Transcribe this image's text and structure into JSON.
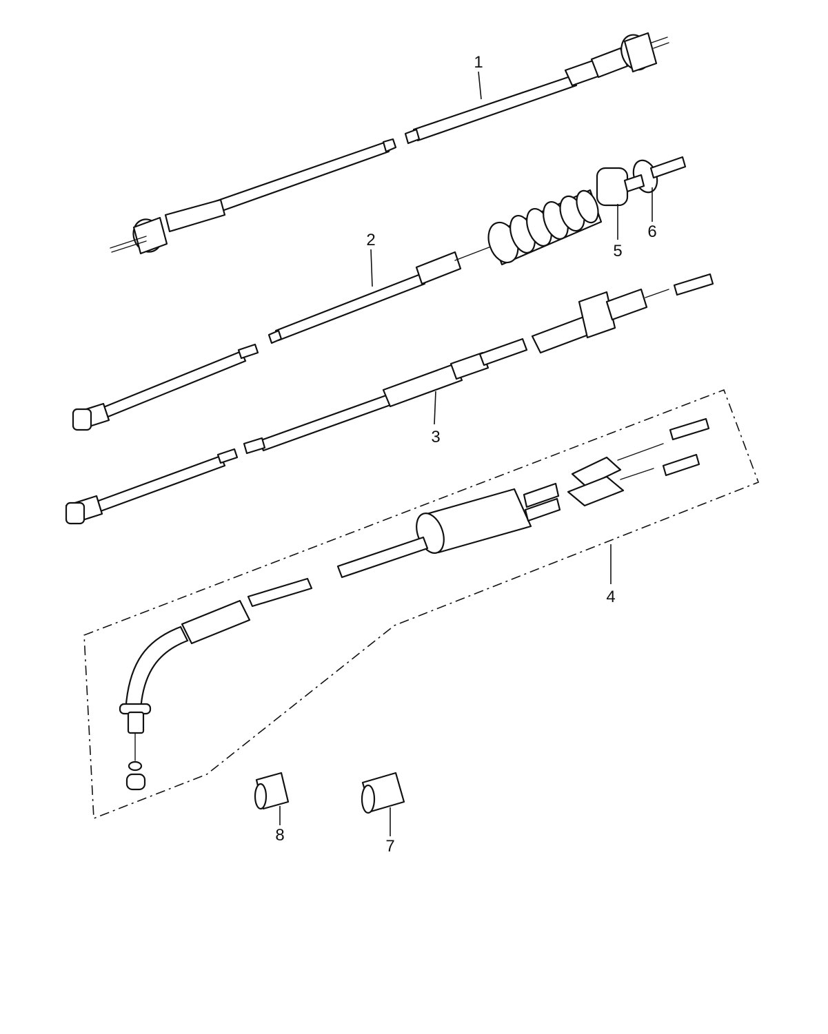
{
  "diagram": {
    "callouts": [
      {
        "id": "1",
        "label": "1"
      },
      {
        "id": "2",
        "label": "2"
      },
      {
        "id": "3",
        "label": "3"
      },
      {
        "id": "4",
        "label": "4"
      },
      {
        "id": "5",
        "label": "5"
      },
      {
        "id": "6",
        "label": "6"
      },
      {
        "id": "7",
        "label": "7"
      },
      {
        "id": "8",
        "label": "8"
      }
    ],
    "stroke_color": "#111111",
    "background_color": "#ffffff"
  }
}
